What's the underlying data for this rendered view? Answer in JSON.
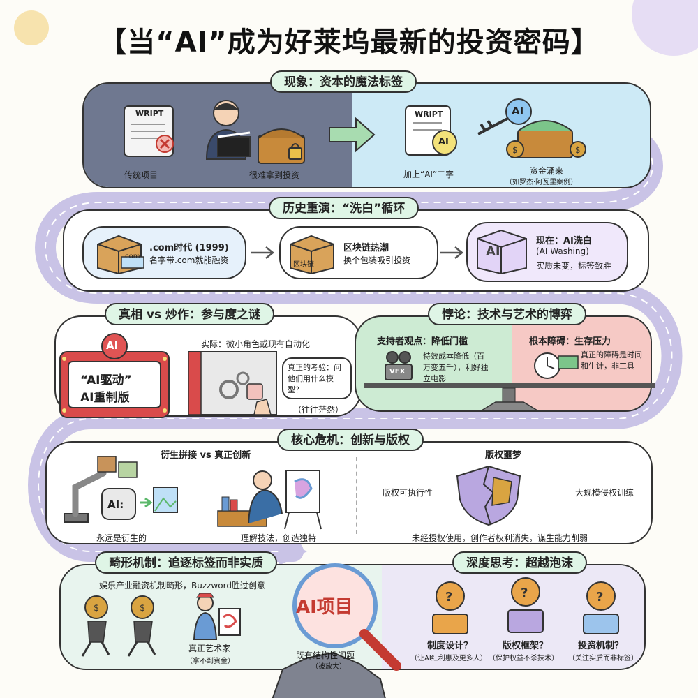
{
  "title": "【当“AI”成为好莱坞最新的投资密码】",
  "sec1": {
    "heading": "现象：资本的魔法标签",
    "script_word": "WRIPT",
    "script_word2": "WRIPT",
    "ai_badge": "AI",
    "key_badge": "AI",
    "item1": "传统项目",
    "item2": "很难拿到投资",
    "item3": "加上“AI”二字",
    "item4": "资金涌来",
    "item4_sub": "（如罗杰·阿瓦里案例）"
  },
  "sec2": {
    "heading": "历史重演：“洗白”循环",
    "box1_tag": ".com",
    "box1_title": ".com时代 (1999)",
    "box1_desc": "名字带.com就能融资",
    "box2_tag": "区块链",
    "box2_title": "区块链热潮",
    "box2_desc": "换个包装吸引投资",
    "box3_tag": "AI",
    "box3_title": "现在：AI洗白",
    "box3_sub": "(AI Washing)",
    "box3_desc": "实质未变，标签致胜"
  },
  "sec3": {
    "heading": "真相 vs 炒作：参与度之谜",
    "marquee_badge": "AI",
    "marquee_line1": "“AI驱动”",
    "marquee_line2": "AI重制版",
    "reality": "实际：微小角色或现有自动化",
    "bubble": "真正的考验：问他们用什么模型？",
    "bubble_note": "（往往茫然）"
  },
  "sec4": {
    "heading": "悖论：技术与艺术的博弈",
    "left_title": "支持者观点：降低门槛",
    "left_desc": "特效成本降低（百万变五千），利好独立电影",
    "vfx_label": "VFX",
    "right_title": "根本障碍：生存压力",
    "right_desc": "真正的障碍是时间和生计，非工具"
  },
  "sec5": {
    "heading": "核心危机：创新与版权",
    "left_title": "衍生拼接 vs 真正创新",
    "robot_label": "AI:",
    "left_caption": "永远是衍生的",
    "right_caption_left": "理解技法，创造独特",
    "right_title": "版权噩梦",
    "shield_left": "版权可执行性",
    "shield_right": "大规模侵权训练",
    "bottom_caption": "未经授权使用，创作者权利消失，谋生能力削弱"
  },
  "sec6": {
    "heading": "畸形机制：追逐标签而非实质",
    "desc": "娱乐产业融资机制畸形，Buzzword胜过创意",
    "artist": "真正艺术家",
    "artist_sub": "（拿不到资金）",
    "magnifier": "AI项目",
    "rock_label": "既有结构性问题",
    "rock_sub": "（被放大）"
  },
  "sec7": {
    "heading": "深度思考：超越泡沫",
    "items": [
      {
        "title": "制度设计？",
        "sub": "（让AI红利惠及更多人）"
      },
      {
        "title": "版权框架？",
        "sub": "（保护权益不杀技术）"
      },
      {
        "title": "投资机制？",
        "sub": "（关注实质而非标签）"
      }
    ]
  },
  "colors": {
    "road": "#c9c3e6",
    "panel_gray": "#6f7890",
    "panel_blue": "#cdeaf6",
    "pill_green": "#dff5e6",
    "pink": "#f6c9c5",
    "green": "#cdebd3",
    "gold": "#d9a441"
  }
}
